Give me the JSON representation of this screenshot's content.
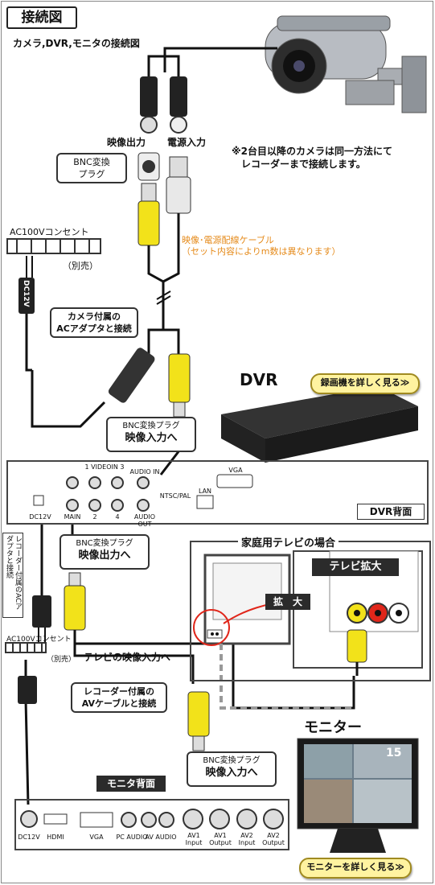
{
  "header": {
    "title": "接続図",
    "subtitle": "カメラ,DVR,モニタの接続図"
  },
  "camera": {
    "video_out": "映像出力",
    "power_in": "電源入力",
    "bnc_plug": "BNC変換\nプラグ",
    "note": "※2台目以降のカメラは同一方法にて\n　レコーダーまで接続します。",
    "cable_label": "映像･電源配線ケーブル\n（セット内容によりm数は異なります）"
  },
  "outlet_top": {
    "label": "AC100Vコンセント",
    "sold_sep": "（別売）",
    "adapter": "DC12V"
  },
  "callout_ac_adapter": "カメラ付属の\nACアダプタと接続",
  "dvr": {
    "title": "DVR",
    "details_button": "録画機を詳しく見る≫",
    "bnc_callout_small": "BNC変換プラグ",
    "bnc_callout_main": "映像入力へ",
    "panel_title": "DVR背面",
    "ports": {
      "video_in_label": "1 VIDEOIN 3",
      "audio_in": "AUDIO IN",
      "vga": "VGA",
      "ntsc": "NTSC/PAL",
      "lan": "LAN",
      "main": "MAIN",
      "two": "2",
      "four": "4",
      "audio_out": "AUDIO OUT",
      "dc12v": "DC12V"
    }
  },
  "recorder_adapter_vertical": "レコーダー付属のACアダプタと接続",
  "outlet_bottom": {
    "label": "AC100Vコンセント",
    "sold_sep": "（別売）"
  },
  "video_out_callout": {
    "small": "BNC変換プラグ",
    "main": "映像出力へ"
  },
  "tv": {
    "heading": "家庭用テレビの場合",
    "zoom_badge": "テレビ拡大",
    "zoom_label": "拡　大",
    "to_tv_label": "テレビの映像入力へ"
  },
  "callout_av_cable": "レコーダー付属の\nAVケーブルと接続",
  "monitor": {
    "title": "モニター",
    "screen_number": "15",
    "details_button": "モニターを詳しく見る≫",
    "bnc_small": "BNC変換プラグ",
    "bnc_main": "映像入力へ",
    "panel_title": "モニタ背面",
    "ports": {
      "dc12v": "DC12V",
      "hdmi": "HDMI",
      "vga": "VGA",
      "pc_audio": "PC AUDIO",
      "av_audio": "AV AUDIO",
      "av1_in": "AV1\nInput",
      "av1_out": "AV1\nOutput",
      "av2_in": "AV2\nInput",
      "av2_out": "AV2\nOutput"
    }
  },
  "colors": {
    "yellow_cable": "#f2e21a",
    "orange_text": "#e58a1a",
    "button_yellow": "#fff3a0",
    "dark_label": "#2b2b2b",
    "red_arrow": "#e0261a"
  }
}
